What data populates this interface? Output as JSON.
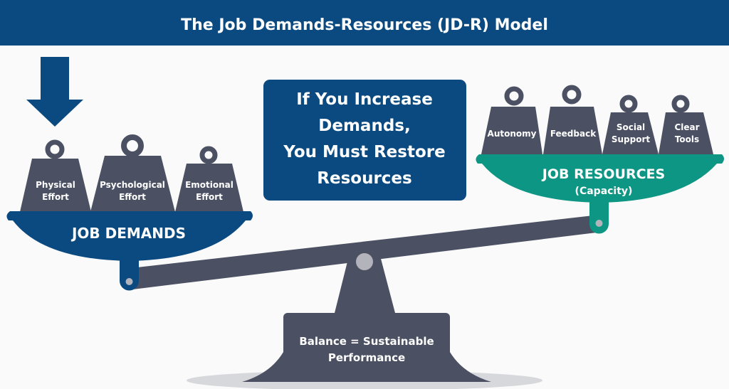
{
  "header": {
    "title": "The Job Demands-Resources (JD-R) Model"
  },
  "center_message": {
    "lines": [
      "If You Increase",
      "Demands,",
      "You Must Restore",
      "Resources"
    ]
  },
  "demands": {
    "label": "JOB DEMANDS",
    "weights": [
      {
        "line1": "Physical",
        "line2": "Effort"
      },
      {
        "line1": "Psychological",
        "line2": "Effort"
      },
      {
        "line1": "Emotional",
        "line2": "Effort"
      }
    ]
  },
  "resources": {
    "label": "JOB RESOURCES",
    "sublabel": "(Capacity)",
    "weights": [
      {
        "line1": "Autonomy"
      },
      {
        "line1": "Feedback"
      },
      {
        "line1": "Social",
        "line2": "Support"
      },
      {
        "line1": "Clear",
        "line2": "Tools"
      }
    ]
  },
  "fulcrum": {
    "line1": "Balance = Sustainable",
    "line2": "Performance"
  },
  "colors": {
    "navy": "#0b4a80",
    "teal": "#0e9684",
    "slate": "#4b5163",
    "pin": "#b3b4bb"
  }
}
